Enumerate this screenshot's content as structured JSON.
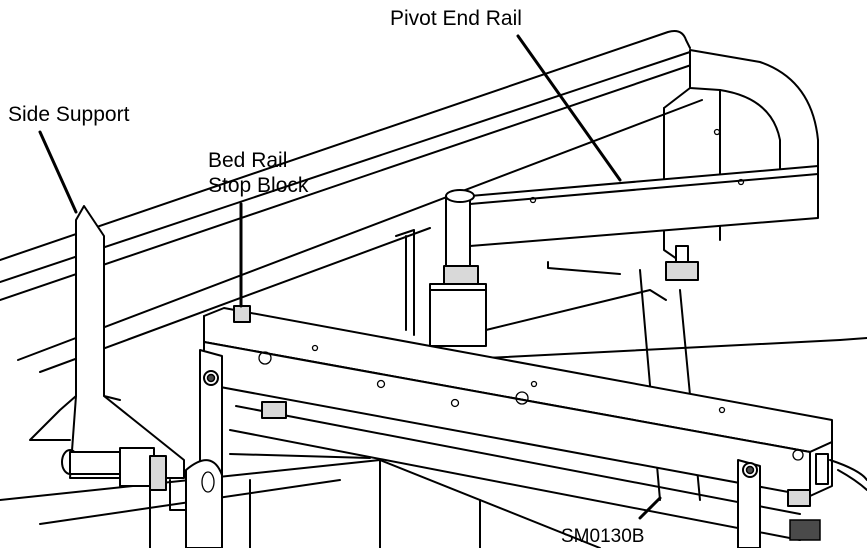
{
  "labels": {
    "pivot_end_rail": "Pivot End Rail",
    "side_support": "Side Support",
    "bed_rail_stop_block_line1": "Bed Rail",
    "bed_rail_stop_block_line2": "Stop Block",
    "drawing_code": "SM0130B"
  }
}
